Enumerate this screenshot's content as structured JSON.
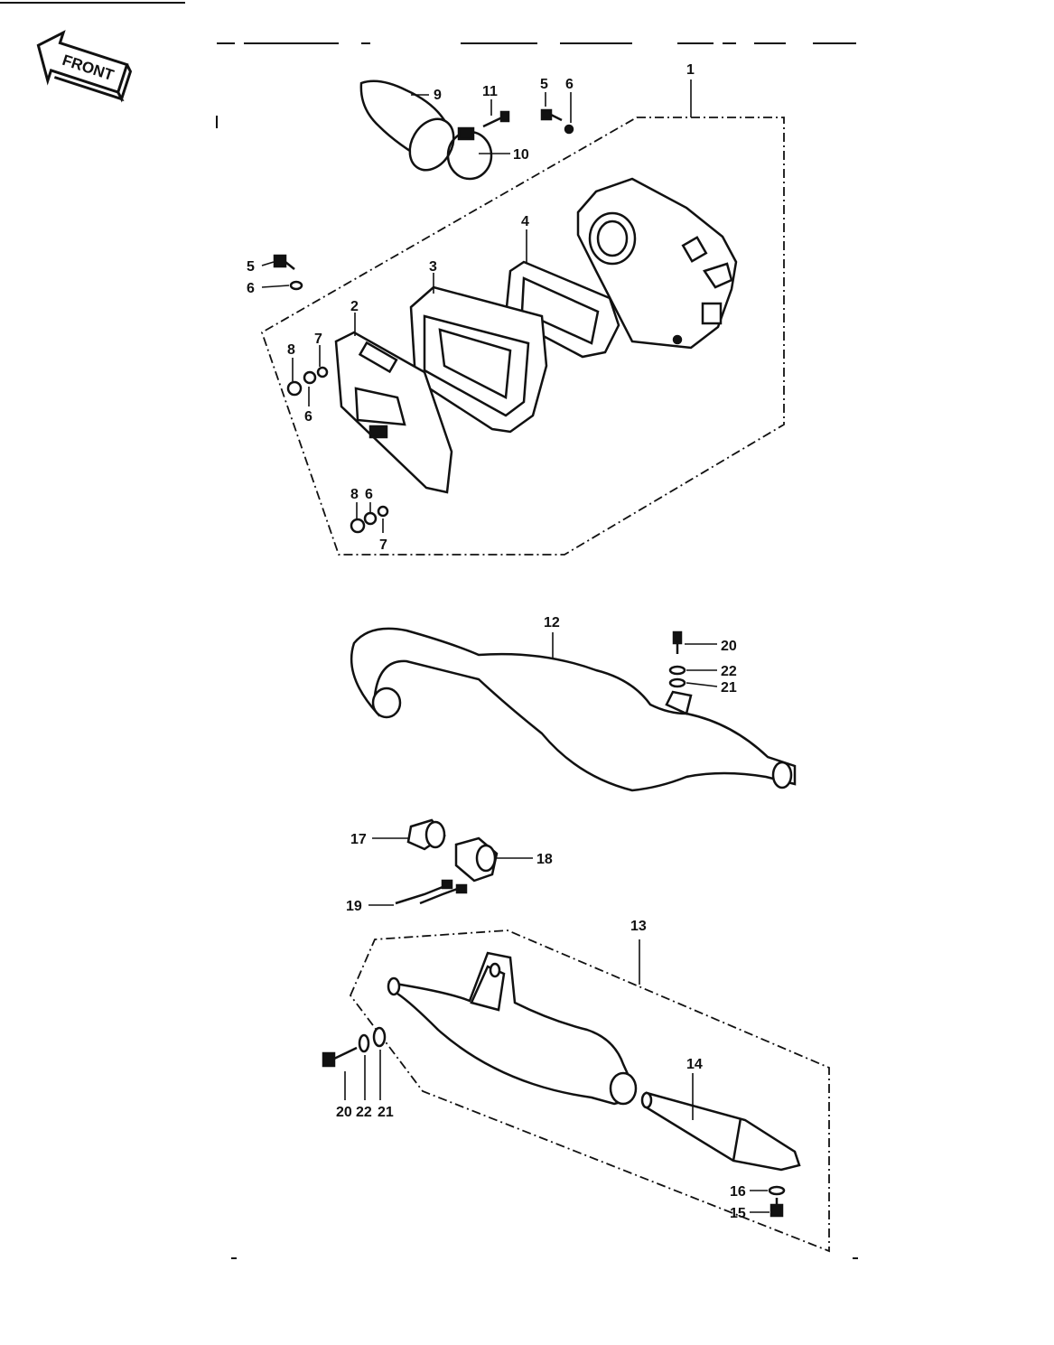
{
  "front_badge": {
    "label": "FRONT"
  },
  "callouts": {
    "c1": "1",
    "c2": "2",
    "c3": "3",
    "c4": "4",
    "c5a": "5",
    "c5b": "5",
    "c6a": "6",
    "c6b": "6",
    "c6c": "6",
    "c6d": "6",
    "c7a": "7",
    "c7b": "7",
    "c8a": "8",
    "c8b": "8",
    "c9": "9",
    "c10": "10",
    "c11": "11",
    "c12": "12",
    "c13": "13",
    "c14": "14",
    "c15": "15",
    "c16": "16",
    "c17": "17",
    "c18": "18",
    "c19": "19",
    "c20a": "20",
    "c20b": "20",
    "c21a": "21",
    "c21b": "21",
    "c22a": "22",
    "c22b": "22"
  },
  "colors": {
    "ink": "#111111",
    "paper": "#ffffff"
  }
}
